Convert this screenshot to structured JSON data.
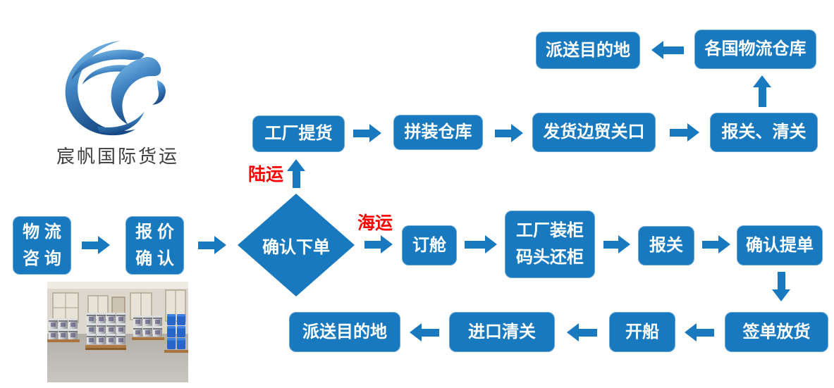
{
  "brand": {
    "name": "宸帆国际货运",
    "logo_icon": "swoosh-sail-logo"
  },
  "palette": {
    "node_blue": "#1879bf",
    "arrow_blue": "#1879bf",
    "route_label_red": "#ff0000",
    "node_text": "#ffffff",
    "brand_text": "#3d3d3d"
  },
  "route_labels": {
    "land": "陆运",
    "sea": "海运"
  },
  "nodes": {
    "deliver_destination_top": "派送目的地",
    "country_logistics_warehouse": "各国物流仓库",
    "factory_pickup": "工厂提货",
    "consolidation_warehouse": "拼装仓库",
    "border_trade_gate": "发货边贸关口",
    "declare_and_clear": "报关、清关",
    "logistics_consult": {
      "line1": "物 流",
      "line2": "咨 询"
    },
    "quote_confirm": {
      "line1": "报 价",
      "line2": "确 认"
    },
    "confirm_order": "确认下单",
    "booking": "订舱",
    "factory_load": {
      "line1": "工厂装柜",
      "line2": "码头还柜"
    },
    "customs_declare": "报关",
    "confirm_bill_of_lading": "确认提单",
    "sign_and_release": "签单放货",
    "vessel_departure": "开船",
    "import_clearance": "进口清关",
    "deliver_destination_bottom": "派送目的地"
  },
  "photo": {
    "semantic": "warehouse-paint-buckets-photo"
  }
}
